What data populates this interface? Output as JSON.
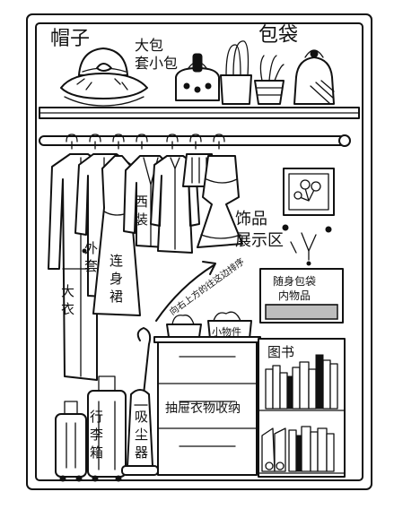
{
  "labels": {
    "hats": "帽子",
    "bags": "包袋",
    "big_bag": "大包",
    "small_bag": "套小包",
    "suit": "西装",
    "coat_outer": "外套",
    "coat_big": "大衣",
    "dress": "连身裙",
    "display_line1": "饰品",
    "display_line2": "展示区",
    "arrow_note": "向右上方的往这边排序",
    "carry_bag_line1": "随身包袋",
    "carry_bag_line2": "内物品",
    "small_items": "小物件",
    "books": "图书",
    "drawers": "抽屉衣物收纳",
    "luggage": "行李箱",
    "vacuum": "吸尘器"
  },
  "colors": {
    "ink": "#111111",
    "paper": "#ffffff",
    "shade": "#bdbdbd"
  }
}
